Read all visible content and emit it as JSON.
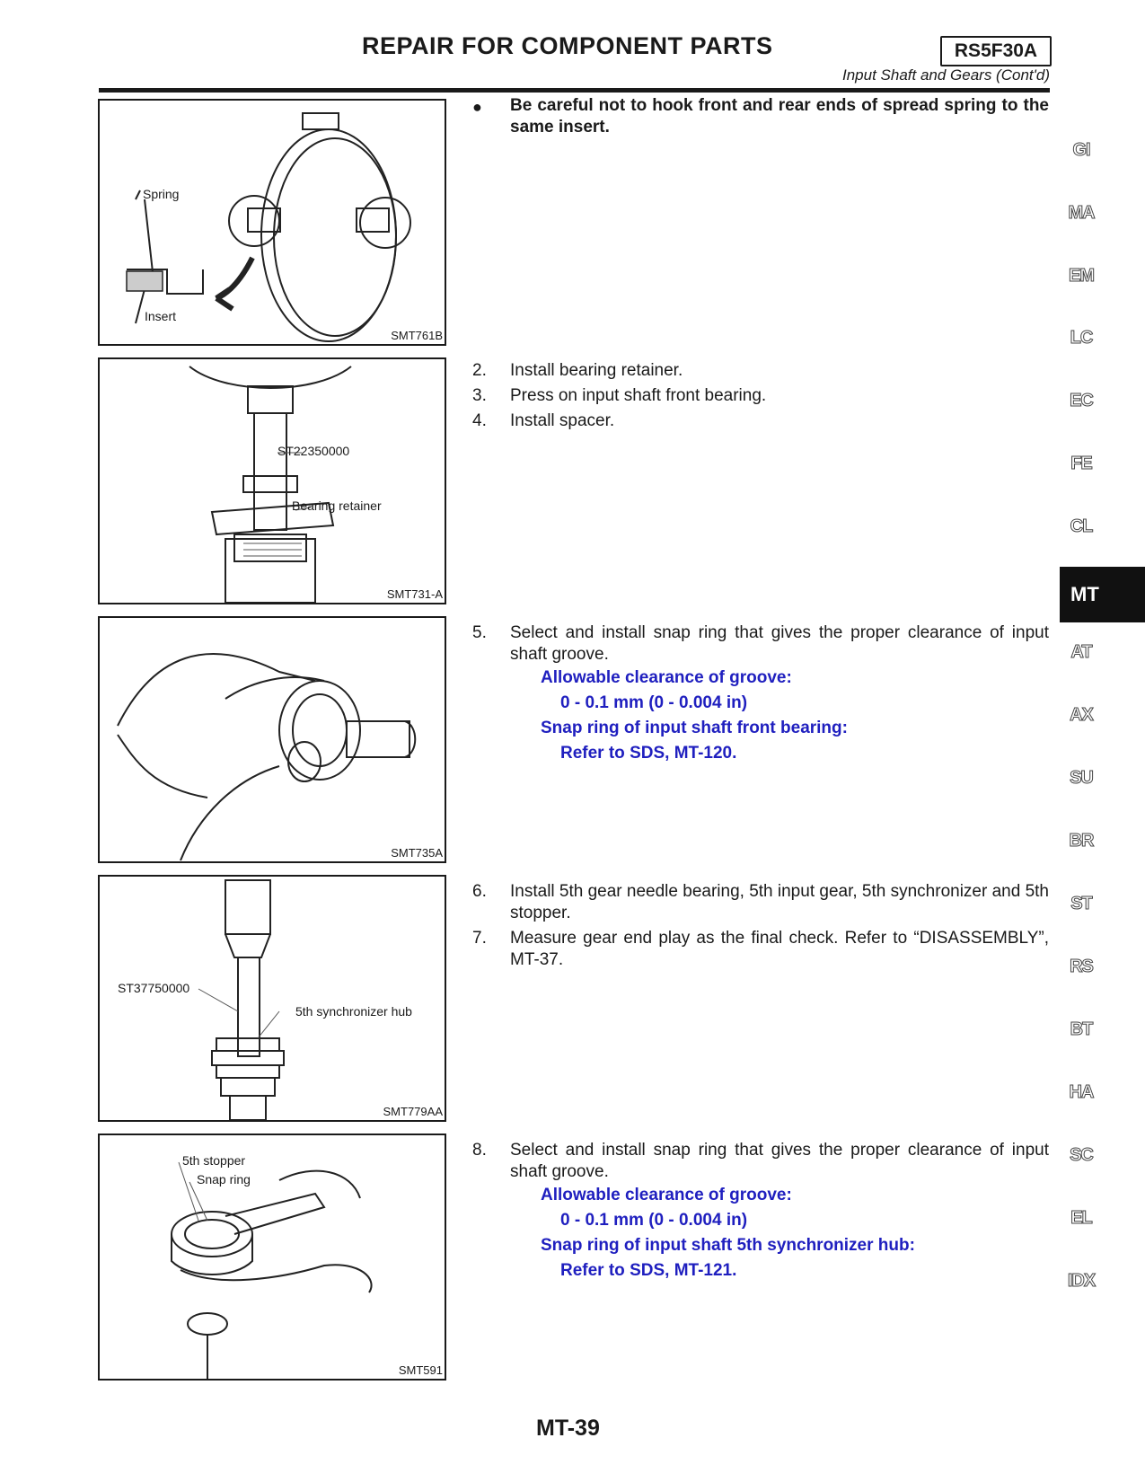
{
  "header": {
    "title": "REPAIR FOR COMPONENT PARTS",
    "code": "RS5F30A",
    "subtitle": "Input Shaft and Gears (Cont'd)"
  },
  "figures": [
    {
      "code": "SMT761B",
      "labels": [
        "Spring",
        "Insert"
      ]
    },
    {
      "code": "SMT731-A",
      "labels": [
        "ST22350000",
        "Bearing retainer"
      ]
    },
    {
      "code": "SMT735A",
      "labels": []
    },
    {
      "code": "SMT779AA",
      "labels": [
        "ST37750000",
        "5th synchronizer hub"
      ]
    },
    {
      "code": "SMT591",
      "labels": [
        "5th stopper",
        "Snap ring"
      ]
    }
  ],
  "steps": {
    "bullet": "●",
    "caution": "Be careful not to hook front and rear ends of spread spring to the same insert.",
    "s2": {
      "num": "2.",
      "text": "Install bearing retainer."
    },
    "s3": {
      "num": "3.",
      "text": "Press on input shaft front bearing."
    },
    "s4": {
      "num": "4.",
      "text": "Install spacer."
    },
    "s5": {
      "num": "5.",
      "text": "Select and install snap ring that gives the proper clearance of input shaft groove.",
      "spec1_label": "Allowable clearance of groove:",
      "spec1_value": "0 - 0.1 mm (0 - 0.004 in)",
      "spec2_label": "Snap ring of input shaft front bearing:",
      "spec2_value": "Refer to SDS, MT-120."
    },
    "s6": {
      "num": "6.",
      "text": "Install 5th gear needle bearing, 5th input gear, 5th synchronizer and 5th stopper."
    },
    "s7": {
      "num": "7.",
      "text": "Measure gear end play as the final check. Refer to “DISASSEMBLY”, MT-37."
    },
    "s8": {
      "num": "8.",
      "text": "Select and install snap ring that gives the proper clearance of input shaft groove.",
      "spec1_label": "Allowable clearance of groove:",
      "spec1_value": "0 - 0.1 mm (0 - 0.004 in)",
      "spec2_label": "Snap ring of input shaft 5th synchronizer hub:",
      "spec2_value": "Refer to SDS, MT-121."
    }
  },
  "side_tabs": [
    "GI",
    "MA",
    "EM",
    "LC",
    "EC",
    "FE",
    "CL",
    "MT",
    "AT",
    "AX",
    "SU",
    "BR",
    "ST",
    "RS",
    "BT",
    "HA",
    "SC",
    "EL",
    "IDX"
  ],
  "active_tab": "MT",
  "page_number": "MT-39",
  "colors": {
    "spec_text": "#1f1fbf",
    "active_tab_bg": "#111111"
  }
}
